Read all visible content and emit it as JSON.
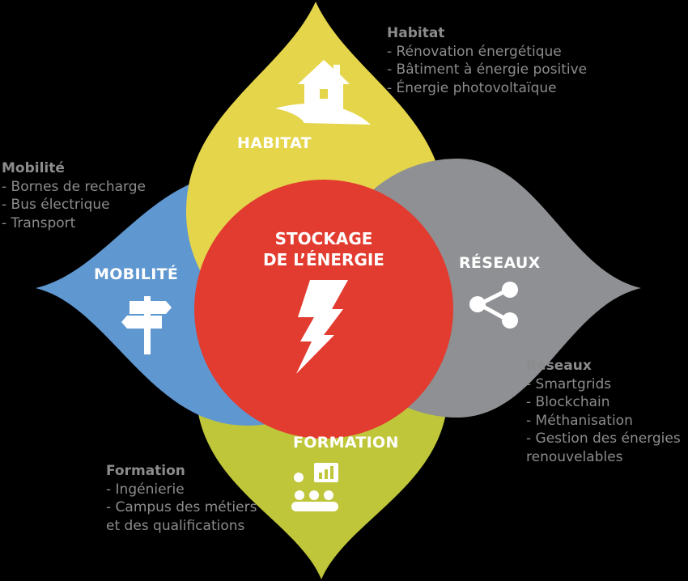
{
  "colors": {
    "habitat": "#e5d54b",
    "mobilite": "#5f97d0",
    "reseaux": "#8e9093",
    "formation": "#bfc63a",
    "center": "#e23b2f",
    "text": "#8c8c8c"
  },
  "center": {
    "line1": "STOCKAGE",
    "line2": "DE L’ÉNERGIE",
    "icon": "lightning-icon"
  },
  "petals": {
    "habitat": {
      "label": "HABITAT",
      "icon": "house-icon"
    },
    "mobilite": {
      "label": "MOBILITÉ",
      "icon": "signpost-icon"
    },
    "reseaux": {
      "label": "RÉSEAUX",
      "icon": "share-icon"
    },
    "formation": {
      "label": "FORMATION",
      "icon": "people-chart-icon"
    }
  },
  "info": {
    "habitat": {
      "title": "Habitat",
      "items": [
        "- Rénovation énergétique",
        "- Bâtiment à énergie positive",
        "- Énergie photovoltaïque"
      ]
    },
    "mobilite": {
      "title": "Mobilité",
      "items": [
        "- Bornes de recharge",
        "- Bus électrique",
        "- Transport"
      ]
    },
    "reseaux": {
      "title": "Réseaux",
      "items": [
        "- Smartgrids",
        "- Blockchain",
        "- Méthanisation",
        "- Gestion des énergies",
        "renouvelables"
      ]
    },
    "formation": {
      "title": "Formation",
      "items": [
        "- Ingénierie",
        "- Campus des métiers",
        "et des qualifications"
      ]
    }
  }
}
